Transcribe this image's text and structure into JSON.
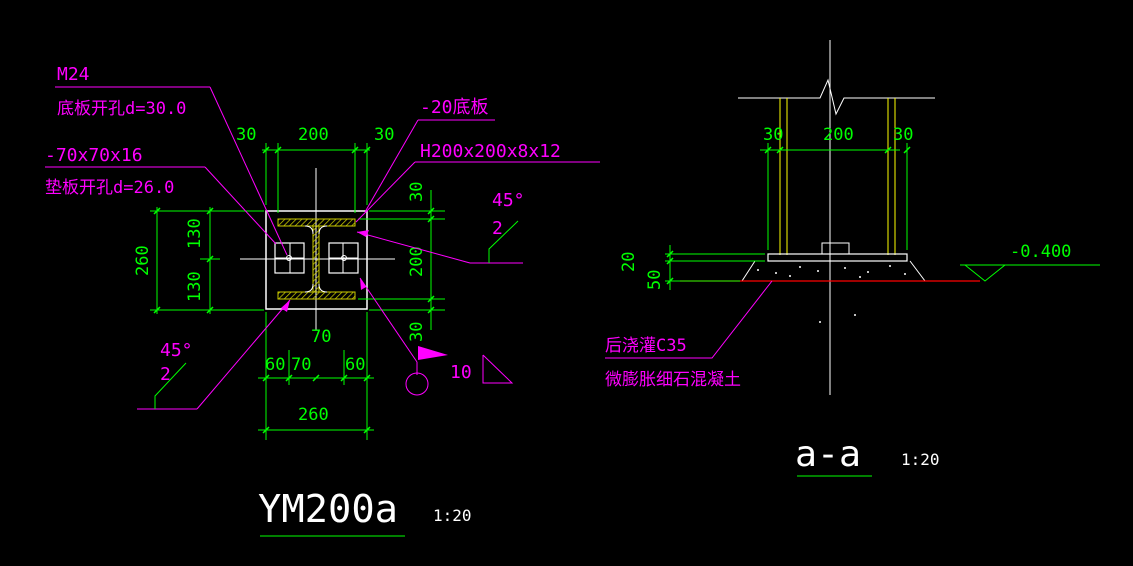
{
  "colors": {
    "background": "#000000",
    "dimension": "#00ff00",
    "annotation": "#ff00ff",
    "geometry": "#ffffff",
    "column": "#ffff00",
    "hatch": "#cccc00",
    "grade_line": "#ff0000"
  },
  "plan": {
    "callouts": {
      "bolt": "M24",
      "bolt_hole": "底板开孔d=30.0",
      "washer": "-70x70x16",
      "washer_hole": "垫板开孔d=26.0",
      "base_plate": "-20底板",
      "section": "H200x200x8x12"
    },
    "dims_top": [
      "30",
      "200",
      "30"
    ],
    "dims_left_total": "260",
    "dims_left": [
      "130",
      "130"
    ],
    "dims_right": [
      "30",
      "200",
      "30"
    ],
    "dims_bottom_mid": "70",
    "dims_bottom": [
      "60",
      "70",
      "60"
    ],
    "dims_bottom_total": "260",
    "weld_left": {
      "angle": "45°",
      "size": "2"
    },
    "weld_right": {
      "angle": "45°",
      "size": "2"
    },
    "field_weld": {
      "size": "10"
    },
    "title": "YM200a",
    "scale": "1:20"
  },
  "section": {
    "dims_top": [
      "30",
      "200",
      "30"
    ],
    "dims_left": [
      "20",
      "50"
    ],
    "elevation": "-0.400",
    "grout_note_1": "后浇灌C35",
    "grout_note_2": "微膨胀细石混凝土",
    "title": "a-a",
    "scale": "1:20"
  }
}
